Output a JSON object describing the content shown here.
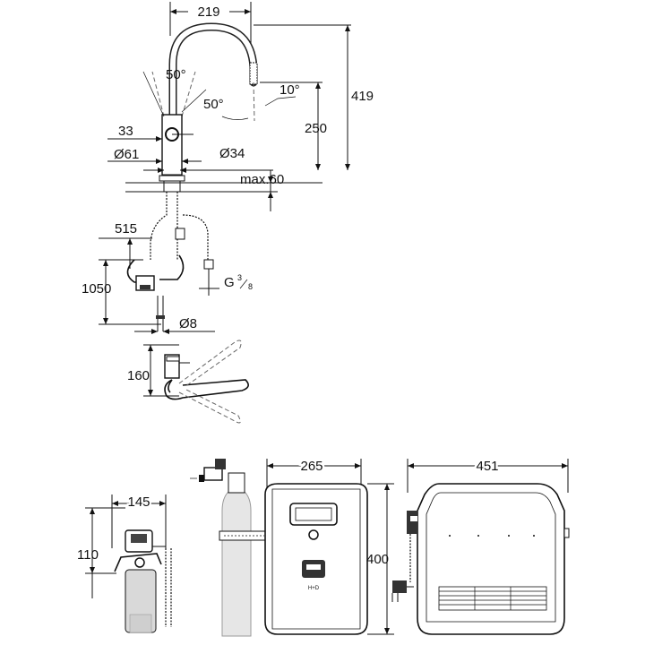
{
  "faucet": {
    "width": "219",
    "height": "419",
    "spout_height": "250",
    "angle_left": "50°",
    "angle_right": "50°",
    "angle_tilt": "10°",
    "lever_offset": "33",
    "base_diameter": "Ø61",
    "hole_diameter": "Ø34",
    "max_deck": "max.60",
    "hose_length": "515",
    "supply_length": "1050",
    "thread_label": "G",
    "thread_num": "3",
    "thread_den": "8",
    "pipe_diameter": "Ø8",
    "swing_dim": "160"
  },
  "filter": {
    "width": "145",
    "height": "110"
  },
  "chiller": {
    "depth": "265",
    "height": "400",
    "width": "451",
    "panel_label": "H+D"
  }
}
